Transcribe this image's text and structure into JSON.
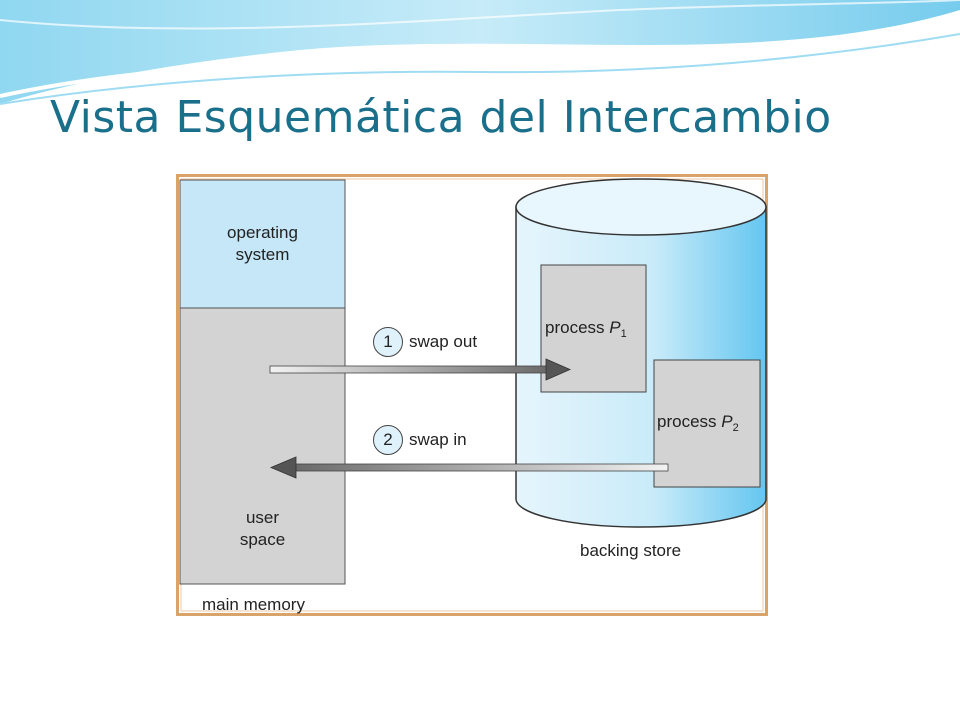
{
  "slide": {
    "title": "Vista Esquemática del Intercambio"
  },
  "diagram": {
    "os_label": "operating\nsystem",
    "user_space_label": "user\nspace",
    "main_memory_label": "main memory",
    "backing_store_label": "backing store",
    "process1": {
      "name": "process",
      "var": "P",
      "sub": "1"
    },
    "process2": {
      "name": "process",
      "var": "P",
      "sub": "2"
    },
    "step1": {
      "number": "1",
      "label": "swap out"
    },
    "step2": {
      "number": "2",
      "label": "swap in"
    }
  },
  "colors": {
    "title": "#1a6f8a",
    "frame_border": "#d9a36a",
    "os_fill": "#c5e7f7",
    "memory_fill": "#d3d3d3",
    "cylinder_light": "#e6f5fc",
    "cylinder_dark": "#64c6f0",
    "process_fill": "#d3d3d3"
  }
}
